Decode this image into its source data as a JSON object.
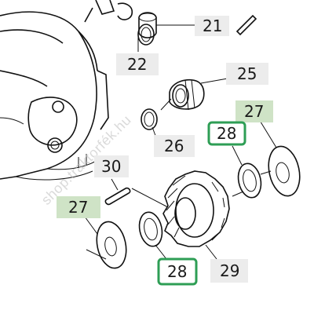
{
  "watermark": "shop.traktorfék.hu",
  "labels": {
    "p21": "21",
    "p22": "22",
    "p25": "25",
    "p26": "26",
    "p27_top": "27",
    "p28_top": "28",
    "p30": "30",
    "p27_left": "27",
    "p28_bottom": "28",
    "p29": "29"
  },
  "colors": {
    "label_box": "#ececec",
    "green_box": "#cfe3c6",
    "highlight_border": "#2e9e55",
    "line": "#111111"
  }
}
